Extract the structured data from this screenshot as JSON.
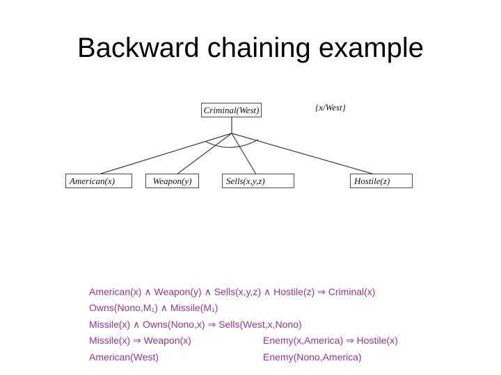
{
  "slide": {
    "title": "Backward chaining example"
  },
  "tree": {
    "root": {
      "label": "Criminal(West)"
    },
    "substitution": "{x/West}",
    "children": [
      {
        "label": "American(x)"
      },
      {
        "label": "Weapon(y)"
      },
      {
        "label": "Sells(x,y,z)"
      },
      {
        "label": "Hostile(z)"
      }
    ]
  },
  "kb": {
    "text_color": "#993399",
    "rows": [
      {
        "left": "American(x) ∧ Weapon(y) ∧ Sells(x,y,z) ∧ Hostile(z) ⇒ Criminal(x)",
        "right": ""
      },
      {
        "left": "Owns(Nono,M₁) ∧ Missile(M₁)",
        "right": ""
      },
      {
        "left": "Missile(x) ∧ Owns(Nono,x) ⇒ Sells(West,x,Nono)",
        "right": ""
      },
      {
        "left": "Missile(x) ⇒ Weapon(x)",
        "right": "Enemy(x,America) ⇒ Hostile(x)"
      },
      {
        "left": "American(West)",
        "right": "Enemy(Nono,America)"
      }
    ]
  }
}
